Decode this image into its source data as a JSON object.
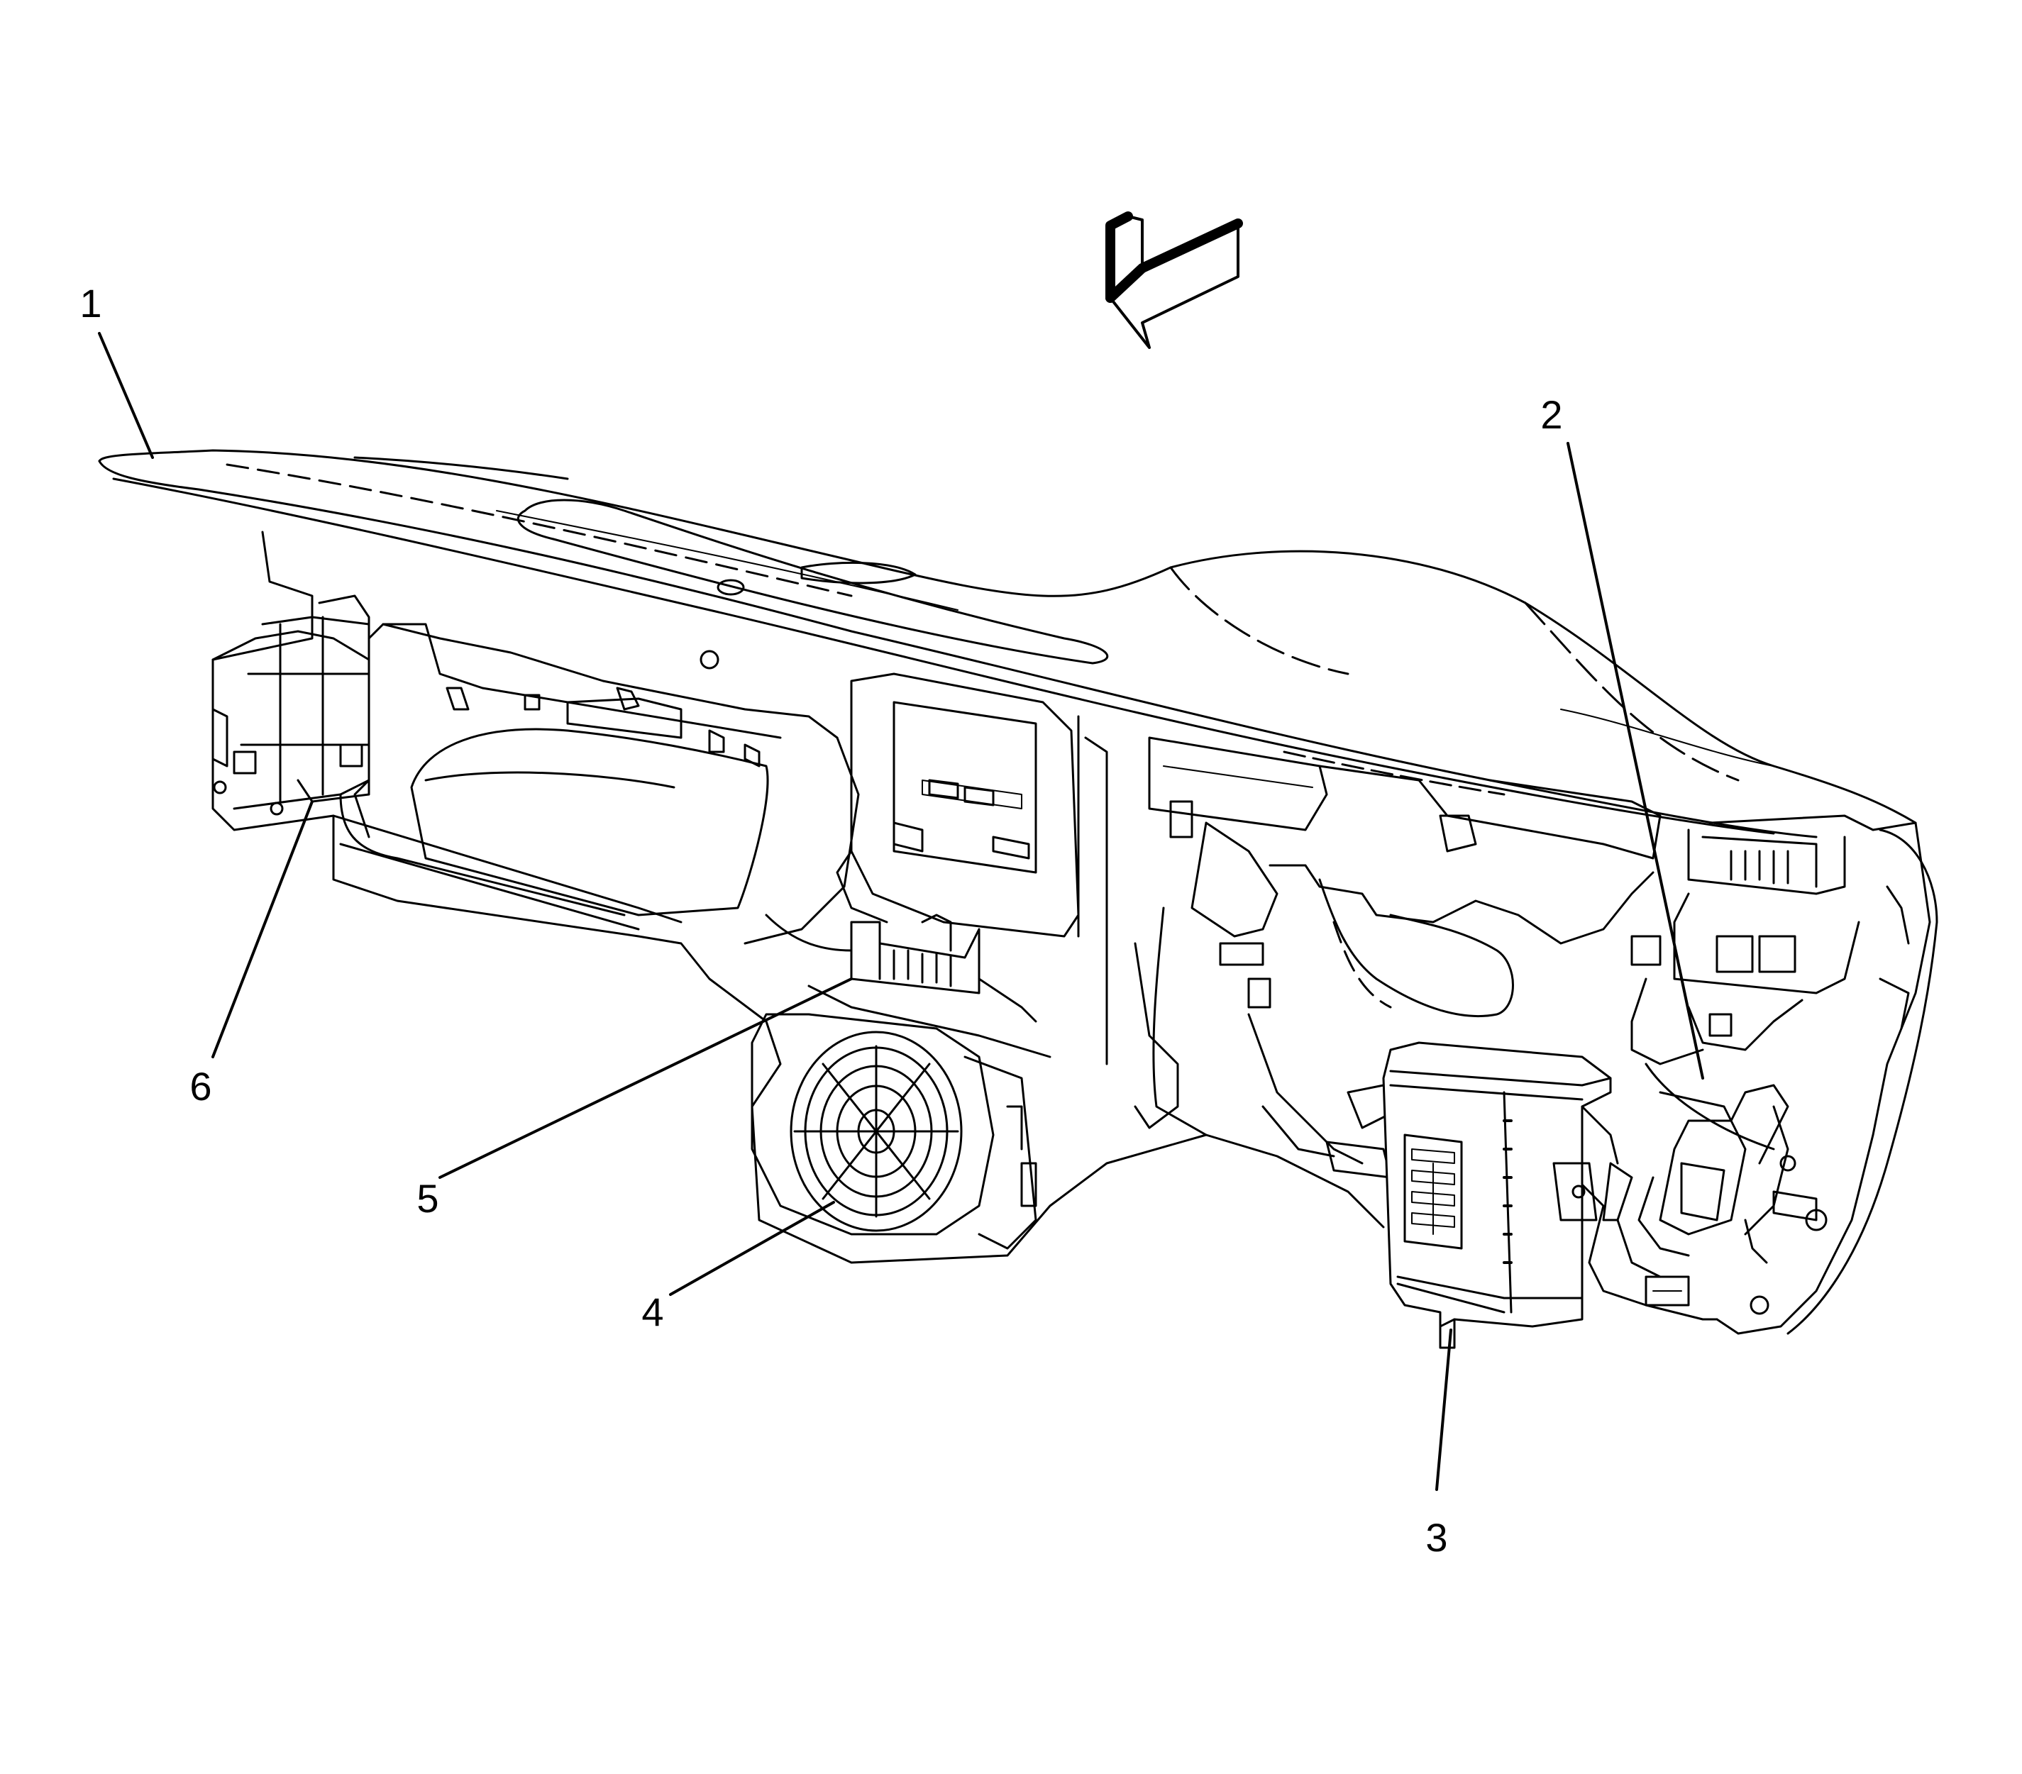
{
  "diagram": {
    "callouts": [
      {
        "id": "1",
        "label": "1"
      },
      {
        "id": "2",
        "label": "2"
      },
      {
        "id": "3",
        "label": "3"
      },
      {
        "id": "4",
        "label": "4"
      },
      {
        "id": "5",
        "label": "5"
      },
      {
        "id": "6",
        "label": "6"
      }
    ],
    "direction_arrow": "front-direction-arrow",
    "colors": {
      "line": "#000000",
      "background": "#ffffff"
    }
  }
}
